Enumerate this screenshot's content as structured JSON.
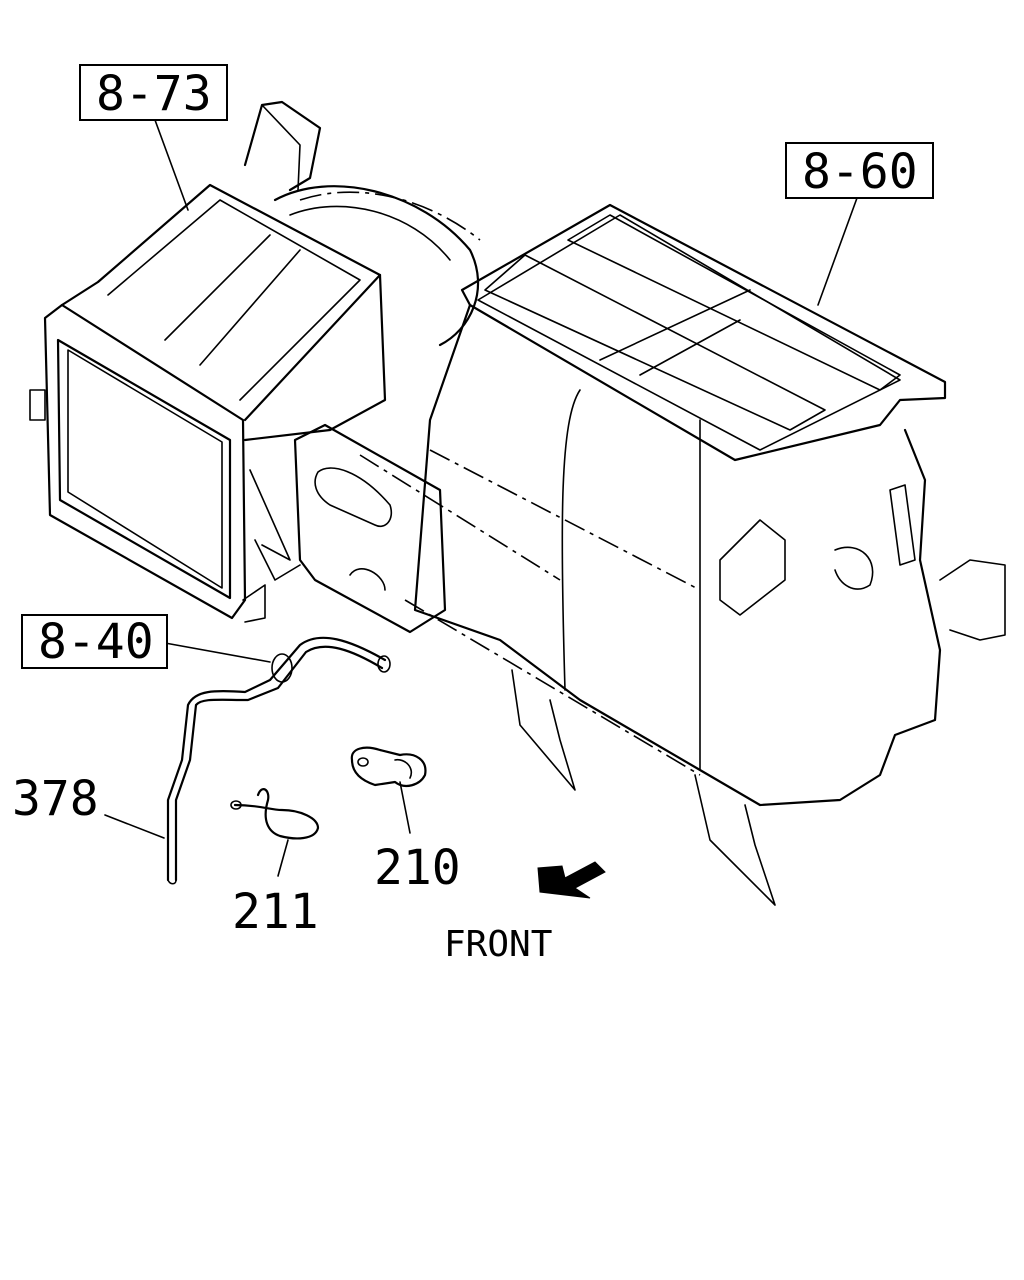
{
  "references": {
    "r873": "8-73",
    "r860": "8-60",
    "r840": "8-40"
  },
  "parts": {
    "p378": "378",
    "p210": "210",
    "p211": "211"
  },
  "direction": {
    "front": "FRONT"
  }
}
